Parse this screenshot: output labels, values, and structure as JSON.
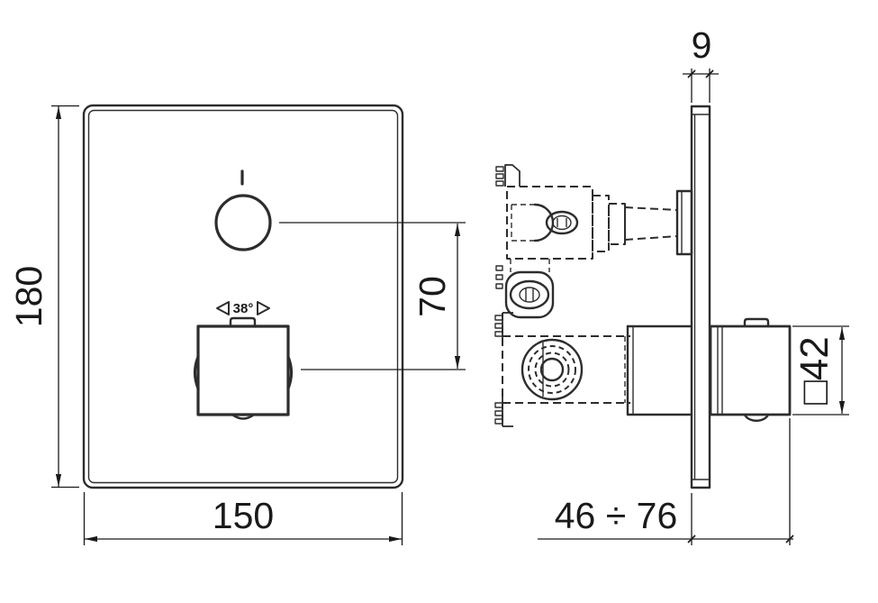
{
  "front_view": {
    "height_dim": "180",
    "width_dim": "150",
    "center_distance_dim": "70",
    "temp_limit_label": "38°"
  },
  "side_view": {
    "plate_thickness_dim": "9",
    "depth_range_dim": "46 ÷ 76",
    "handle_square_dim": "□42"
  },
  "colors": {
    "line": "#2d2d2d",
    "dimension": "#1a1a1a",
    "background": "#ffffff"
  }
}
